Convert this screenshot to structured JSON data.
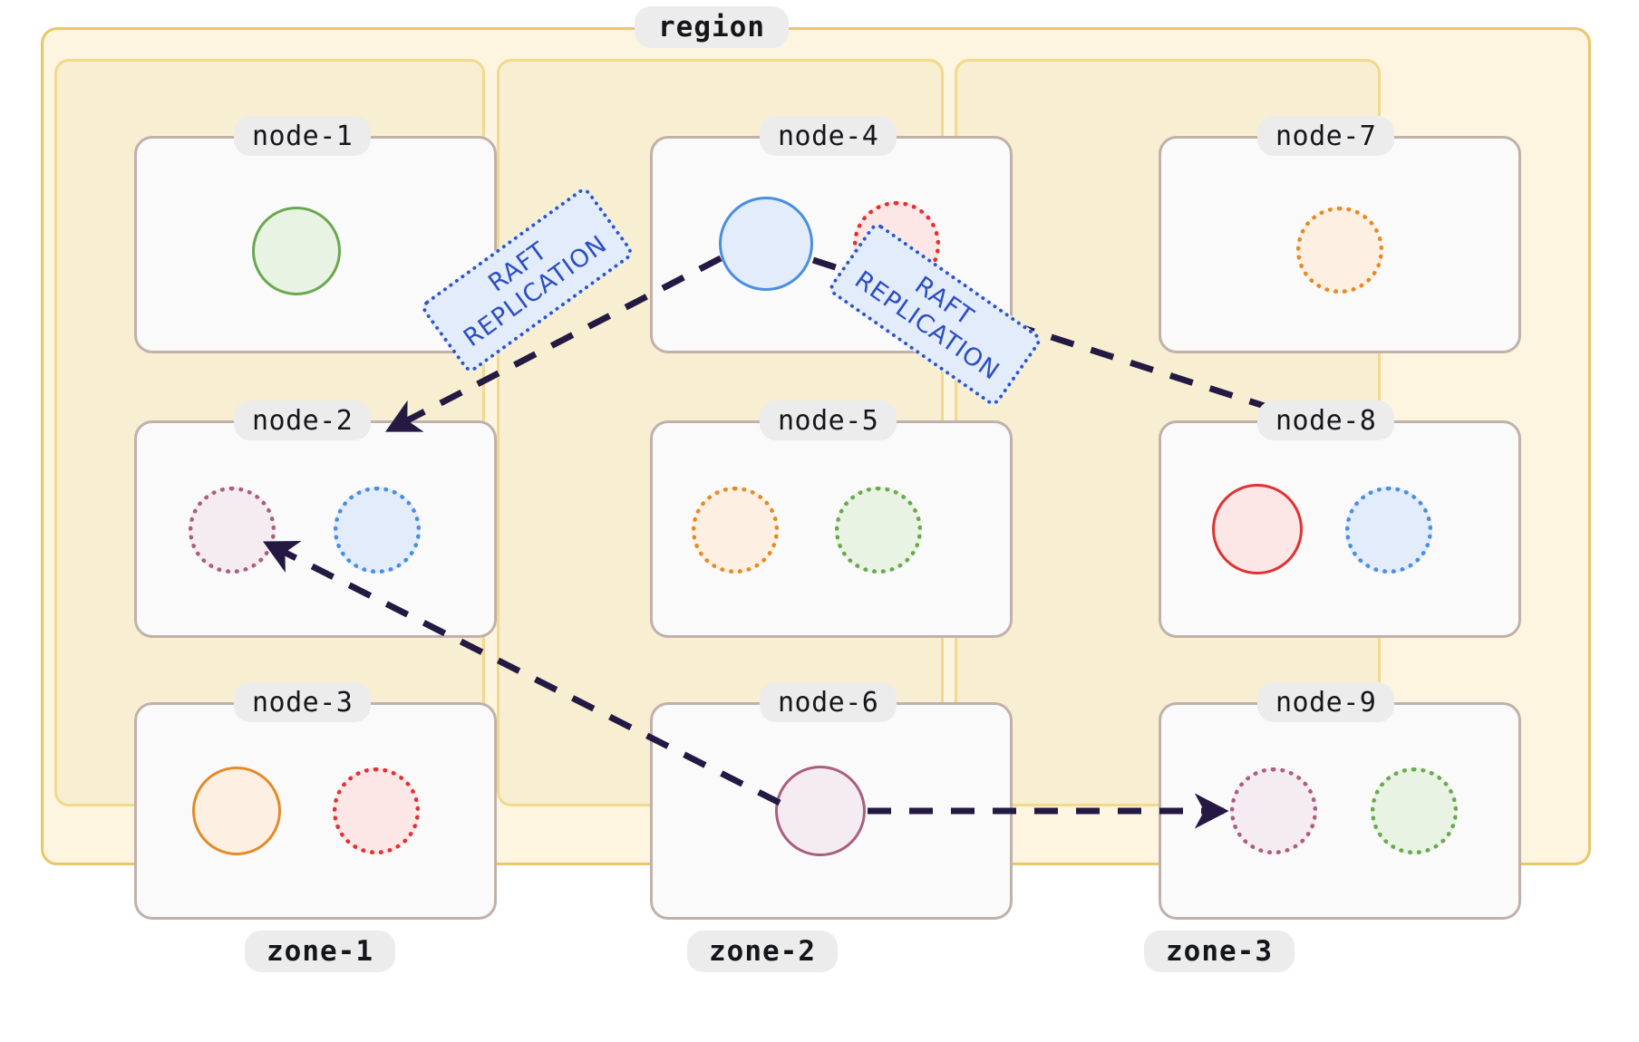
{
  "diagram": {
    "type": "architecture-topology",
    "title": "region",
    "description": "Region containing three availability zones, each with three nodes holding replica shards; RAFT replication arrows connect leader replicas to follower replicas across zones."
  },
  "region": {
    "label": "region",
    "fill": "#fdf5e0",
    "border": "#e9c767"
  },
  "zones": [
    {
      "id": "zone-1",
      "label": "zone-1",
      "nodes": [
        {
          "id": "node-1",
          "label": "node-1",
          "shards": [
            {
              "color": "#6aa84f",
              "fill": "#e9f3e4",
              "style": "solid",
              "role": "leader",
              "size": 98
            }
          ]
        },
        {
          "id": "node-2",
          "label": "node-2",
          "shards": [
            {
              "color": "#a95f7e",
              "fill": "#f5ecf1",
              "style": "dotted",
              "role": "follower",
              "size": 96
            },
            {
              "color": "#4a8ee0",
              "fill": "#e3ecfb",
              "style": "dotted",
              "role": "follower",
              "size": 96
            }
          ]
        },
        {
          "id": "node-3",
          "label": "node-3",
          "shards": [
            {
              "color": "#e28b28",
              "fill": "#fdf0e2",
              "style": "solid",
              "role": "leader",
              "size": 98
            },
            {
              "color": "#e03232",
              "fill": "#fce6e6",
              "style": "dotted",
              "role": "follower",
              "size": 96
            }
          ]
        }
      ]
    },
    {
      "id": "zone-2",
      "label": "zone-2",
      "nodes": [
        {
          "id": "node-4",
          "label": "node-4",
          "shards": [
            {
              "color": "#4a8ee0",
              "fill": "#e3ecfb",
              "style": "solid",
              "role": "leader",
              "size": 104
            },
            {
              "color": "#e03232",
              "fill": "#fce6e6",
              "style": "dotted",
              "role": "follower",
              "size": 96
            }
          ]
        },
        {
          "id": "node-5",
          "label": "node-5",
          "shards": [
            {
              "color": "#e28b28",
              "fill": "#fdf0e2",
              "style": "dotted",
              "role": "follower",
              "size": 96
            },
            {
              "color": "#6aa84f",
              "fill": "#e9f3e4",
              "style": "dotted",
              "role": "follower",
              "size": 96
            }
          ]
        },
        {
          "id": "node-6",
          "label": "node-6",
          "shards": [
            {
              "color": "#a95f7e",
              "fill": "#f5ecf1",
              "style": "solid",
              "role": "leader",
              "size": 100
            }
          ]
        }
      ]
    },
    {
      "id": "zone-3",
      "label": "zone-3",
      "nodes": [
        {
          "id": "node-7",
          "label": "node-7",
          "shards": [
            {
              "color": "#e28b28",
              "fill": "#fdf0e2",
              "style": "dotted",
              "role": "follower",
              "size": 96
            }
          ]
        },
        {
          "id": "node-8",
          "label": "node-8",
          "shards": [
            {
              "color": "#e03232",
              "fill": "#fce6e6",
              "style": "solid",
              "role": "leader",
              "size": 100
            },
            {
              "color": "#4a8ee0",
              "fill": "#e3ecfb",
              "style": "dotted",
              "role": "follower",
              "size": 96
            }
          ]
        },
        {
          "id": "node-9",
          "label": "node-9",
          "shards": [
            {
              "color": "#a95f7e",
              "fill": "#f5ecf1",
              "style": "dotted",
              "role": "follower",
              "size": 96
            },
            {
              "color": "#6aa84f",
              "fill": "#e9f3e4",
              "style": "dotted",
              "role": "follower",
              "size": 96
            }
          ]
        }
      ]
    }
  ],
  "edges": [
    {
      "id": "edge-node4-node2",
      "from": "node-4",
      "to": "node-2",
      "label": "RAFT\nREPLICATION",
      "style": "dashed",
      "color": "#231942"
    },
    {
      "id": "edge-node4-node8",
      "from": "node-4",
      "to": "node-8",
      "label": "RAFT\nREPLICATION",
      "style": "dashed",
      "color": "#231942"
    },
    {
      "id": "edge-node6-node2",
      "from": "node-6",
      "to": "node-2",
      "style": "dashed",
      "color": "#231942"
    },
    {
      "id": "edge-node6-node9",
      "from": "node-6",
      "to": "node-9",
      "style": "dashed",
      "color": "#231942"
    }
  ],
  "edge_labels": {
    "raft_1": {
      "line1": "RAFT",
      "line2": "REPLICATION"
    },
    "raft_2": {
      "line1": "RAFT",
      "line2": "REPLICATION"
    }
  },
  "colors": {
    "region_fill": "#fdf5e0",
    "region_border": "#e9c767",
    "zone_fill": "#f8eed2",
    "zone_border": "#f2d98d",
    "node_fill": "#fafafa",
    "node_border": "#c0b1ab",
    "pill_fill": "#ececec",
    "pill_text": "#15161a",
    "arrow": "#231942",
    "raft_fill": "#e3ecfb",
    "raft_border": "#2f55c4",
    "raft_text": "#2c4fc0"
  }
}
